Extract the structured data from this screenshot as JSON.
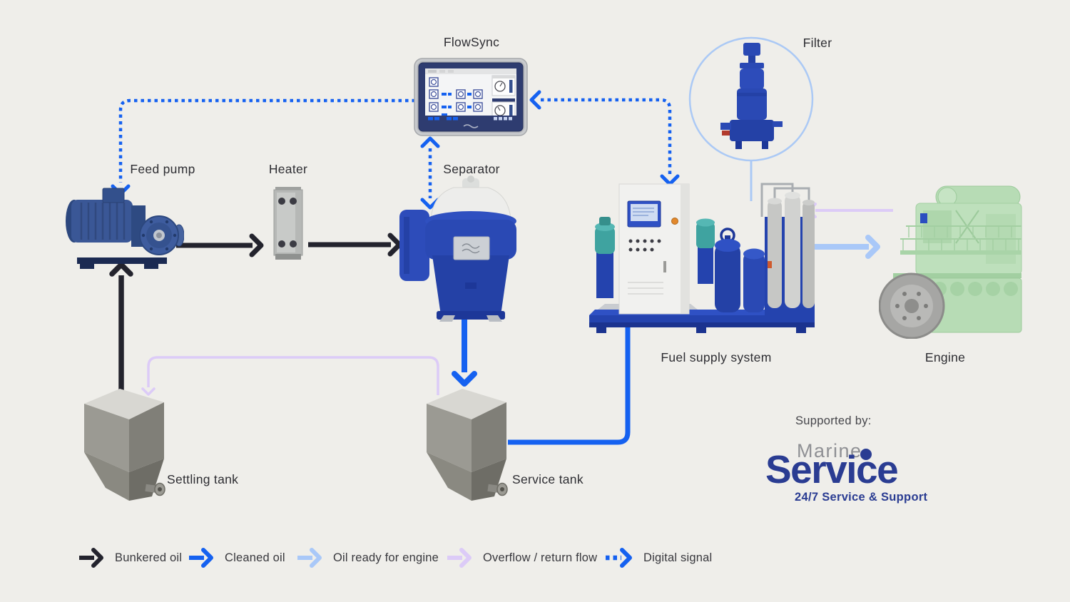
{
  "nodes": {
    "flowsync": "FlowSync",
    "filter": "Filter",
    "feed_pump": "Feed pump",
    "heater": "Heater",
    "separator": "Separator",
    "fuel_supply_system": "Fuel supply system",
    "engine": "Engine",
    "settling_tank": "Settling tank",
    "service_tank": "Service tank"
  },
  "legend": {
    "items": [
      {
        "label": "Bunkered oil",
        "color": "#23232d",
        "style": "solid"
      },
      {
        "label": "Cleaned oil",
        "color": "#1561f0",
        "style": "solid"
      },
      {
        "label": "Oil ready for engine",
        "color": "#a9c8f8",
        "style": "solid"
      },
      {
        "label": "Overflow / return flow",
        "color": "#dccbf7",
        "style": "solid"
      },
      {
        "label": "Digital signal",
        "color": "#1561f0",
        "style": "dotted"
      }
    ]
  },
  "sponsor": {
    "intro": "Supported by:",
    "brand_top": "Marine",
    "brand_main": "Service",
    "tagline": "24/7 Service & Support"
  },
  "colors": {
    "background": "#efeeea",
    "bunkered_oil": "#23232d",
    "cleaned_oil": "#1561f0",
    "oil_ready": "#a9c8f8",
    "overflow": "#dccbf7",
    "digital_signal": "#1561f0",
    "callout_circle": "#abc9f5",
    "brand_navy": "#2a3c92",
    "brand_gray": "#8f9094"
  }
}
